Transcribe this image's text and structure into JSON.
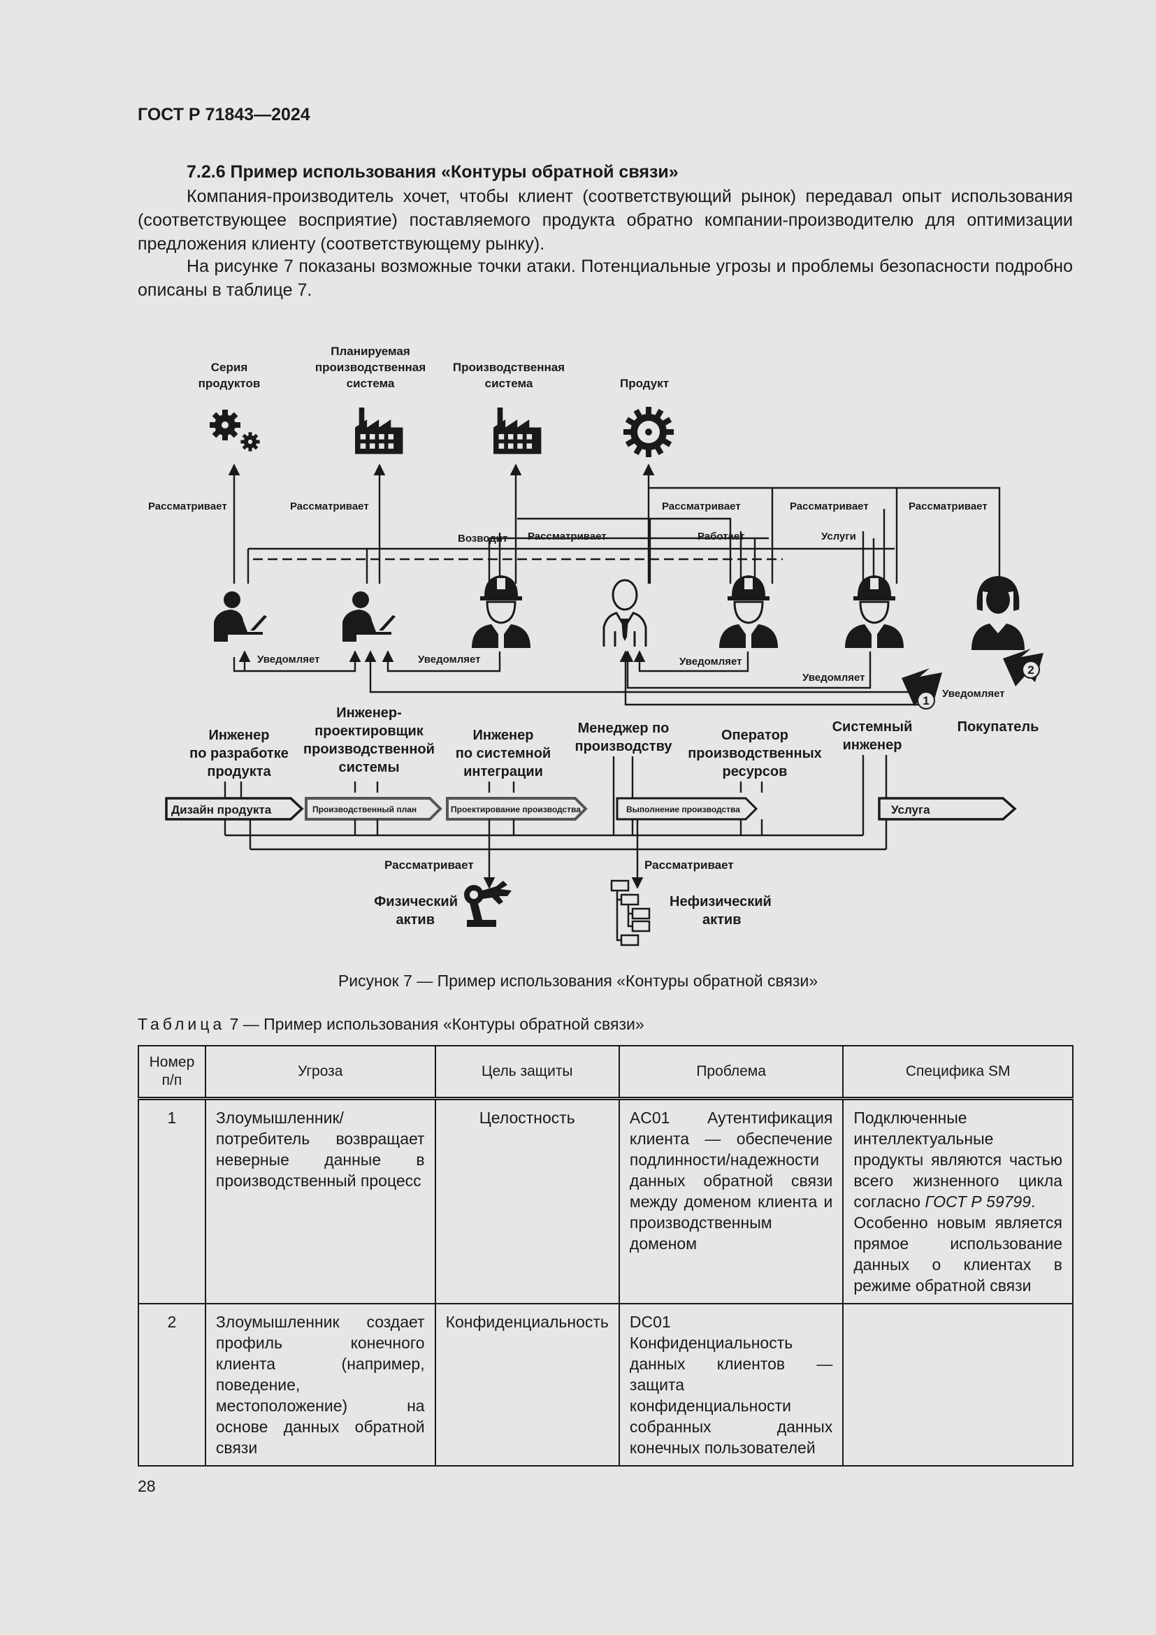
{
  "header": {
    "standard": "ГОСТ Р 71843—2024"
  },
  "section": {
    "heading": "7.2.6 Пример использования «Контуры обратной связи»",
    "paragraphs": [
      "Компания-производитель хочет, чтобы клиент (соответствующий рынок) передавал опыт использования (соответствующее восприятие) поставляемого продукта обратно компании-производителю для оптимизации предложения клиенту (соответствующему рынку).",
      "На рисунке 7 показаны возможные точки атаки. Потенциальные угрозы и проблемы безопасности подробно описаны в таблице 7."
    ]
  },
  "figure": {
    "assets": {
      "product_series": [
        "Серия",
        "продуктов"
      ],
      "planned_system": [
        "Планируемая",
        "производственная",
        "система"
      ],
      "production_system": [
        "Производственная",
        "система"
      ],
      "product": [
        "Продукт"
      ]
    },
    "edge_labels": {
      "considers": "Рассматривает",
      "builds": "Возводит",
      "works": "Работает",
      "services": "Услуги",
      "notifies": "Уведомляет"
    },
    "markers": {
      "attack_1": "1",
      "attack_2": "2"
    },
    "roles": {
      "product_design_engineer": [
        "Инженер",
        "по разработке",
        "продукта"
      ],
      "production_system_engineer": [
        "Инженер-",
        "проектировщик",
        "производственной",
        "системы"
      ],
      "system_integration_engineer": [
        "Инженер",
        "по системной",
        "интеграции"
      ],
      "production_manager": [
        "Менеджер по",
        "производству"
      ],
      "resource_operator": [
        "Оператор",
        "производственных",
        "ресурсов"
      ],
      "system_engineer": [
        "Системный",
        "инженер"
      ],
      "buyer": [
        "Покупатель"
      ]
    },
    "process": {
      "design": "Дизайн продукта",
      "plan": "Производственный план",
      "engineering": "Проектирование производства",
      "execution": "Выполнение производства",
      "service": "Услуга"
    },
    "bottom_assets": {
      "physical": [
        "Физический",
        "актив"
      ],
      "nonphysical": [
        "Нефизический",
        "актив"
      ]
    },
    "caption": "Рисунок 7 — Пример использования «Контуры обратной связи»"
  },
  "table": {
    "label": "Таблица",
    "title": "7 — Пример использования «Контуры обратной связи»",
    "headers": [
      "Номер п/п",
      "Угроза",
      "Цель защиты",
      "Проблема",
      "Специфика SM"
    ],
    "rows": [
      {
        "num": "1",
        "threat": "Злоумышленник/потребитель возвращает неверные данные в производственный процесс",
        "goal": "Целостность",
        "problem": "AC01 Аутентификация клиента — обеспечение подлинности/надежности данных обратной связи между доменом клиента и производственным доменом",
        "sm_part1": "Подключенные интеллектуальные продукты являются частью всего жизненного цикла согласно",
        "sm_ref": "ГОСТ Р 59799",
        "sm_part2": ".",
        "sm_part3": "Особенно новым является прямое использование данных о клиентах в режиме обратной связи"
      },
      {
        "num": "2",
        "threat": "Злоумышленник создает профиль конечного клиента (например, поведение, местоположение) на основе данных обратной связи",
        "goal": "Конфиденциальность",
        "problem": "DC01 Конфиденциальность данных клиентов — защита конфиденциальности собранных данных конечных пользователей",
        "sm_part1": "",
        "sm_ref": "",
        "sm_part2": "",
        "sm_part3": ""
      }
    ]
  },
  "page_number": "28"
}
